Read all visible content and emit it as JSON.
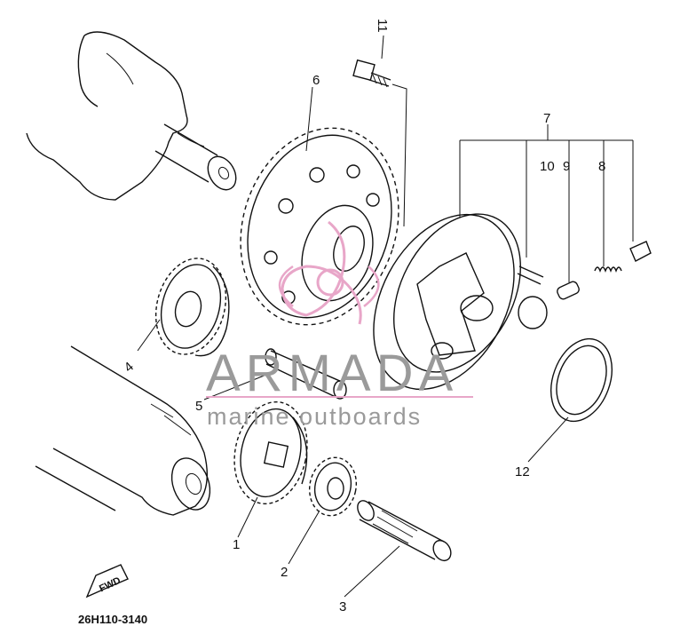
{
  "diagram": {
    "part_code": "26H110-3140",
    "fwd_label": "FWD",
    "callouts": [
      "1",
      "2",
      "3",
      "4",
      "5",
      "6",
      "7",
      "8",
      "9",
      "10",
      "11",
      "12"
    ]
  },
  "watermark": {
    "brand": "ARMADA",
    "tagline": "marine outboards",
    "accent_color": "#e8a6c8",
    "text_color": "#9a9a9a"
  }
}
